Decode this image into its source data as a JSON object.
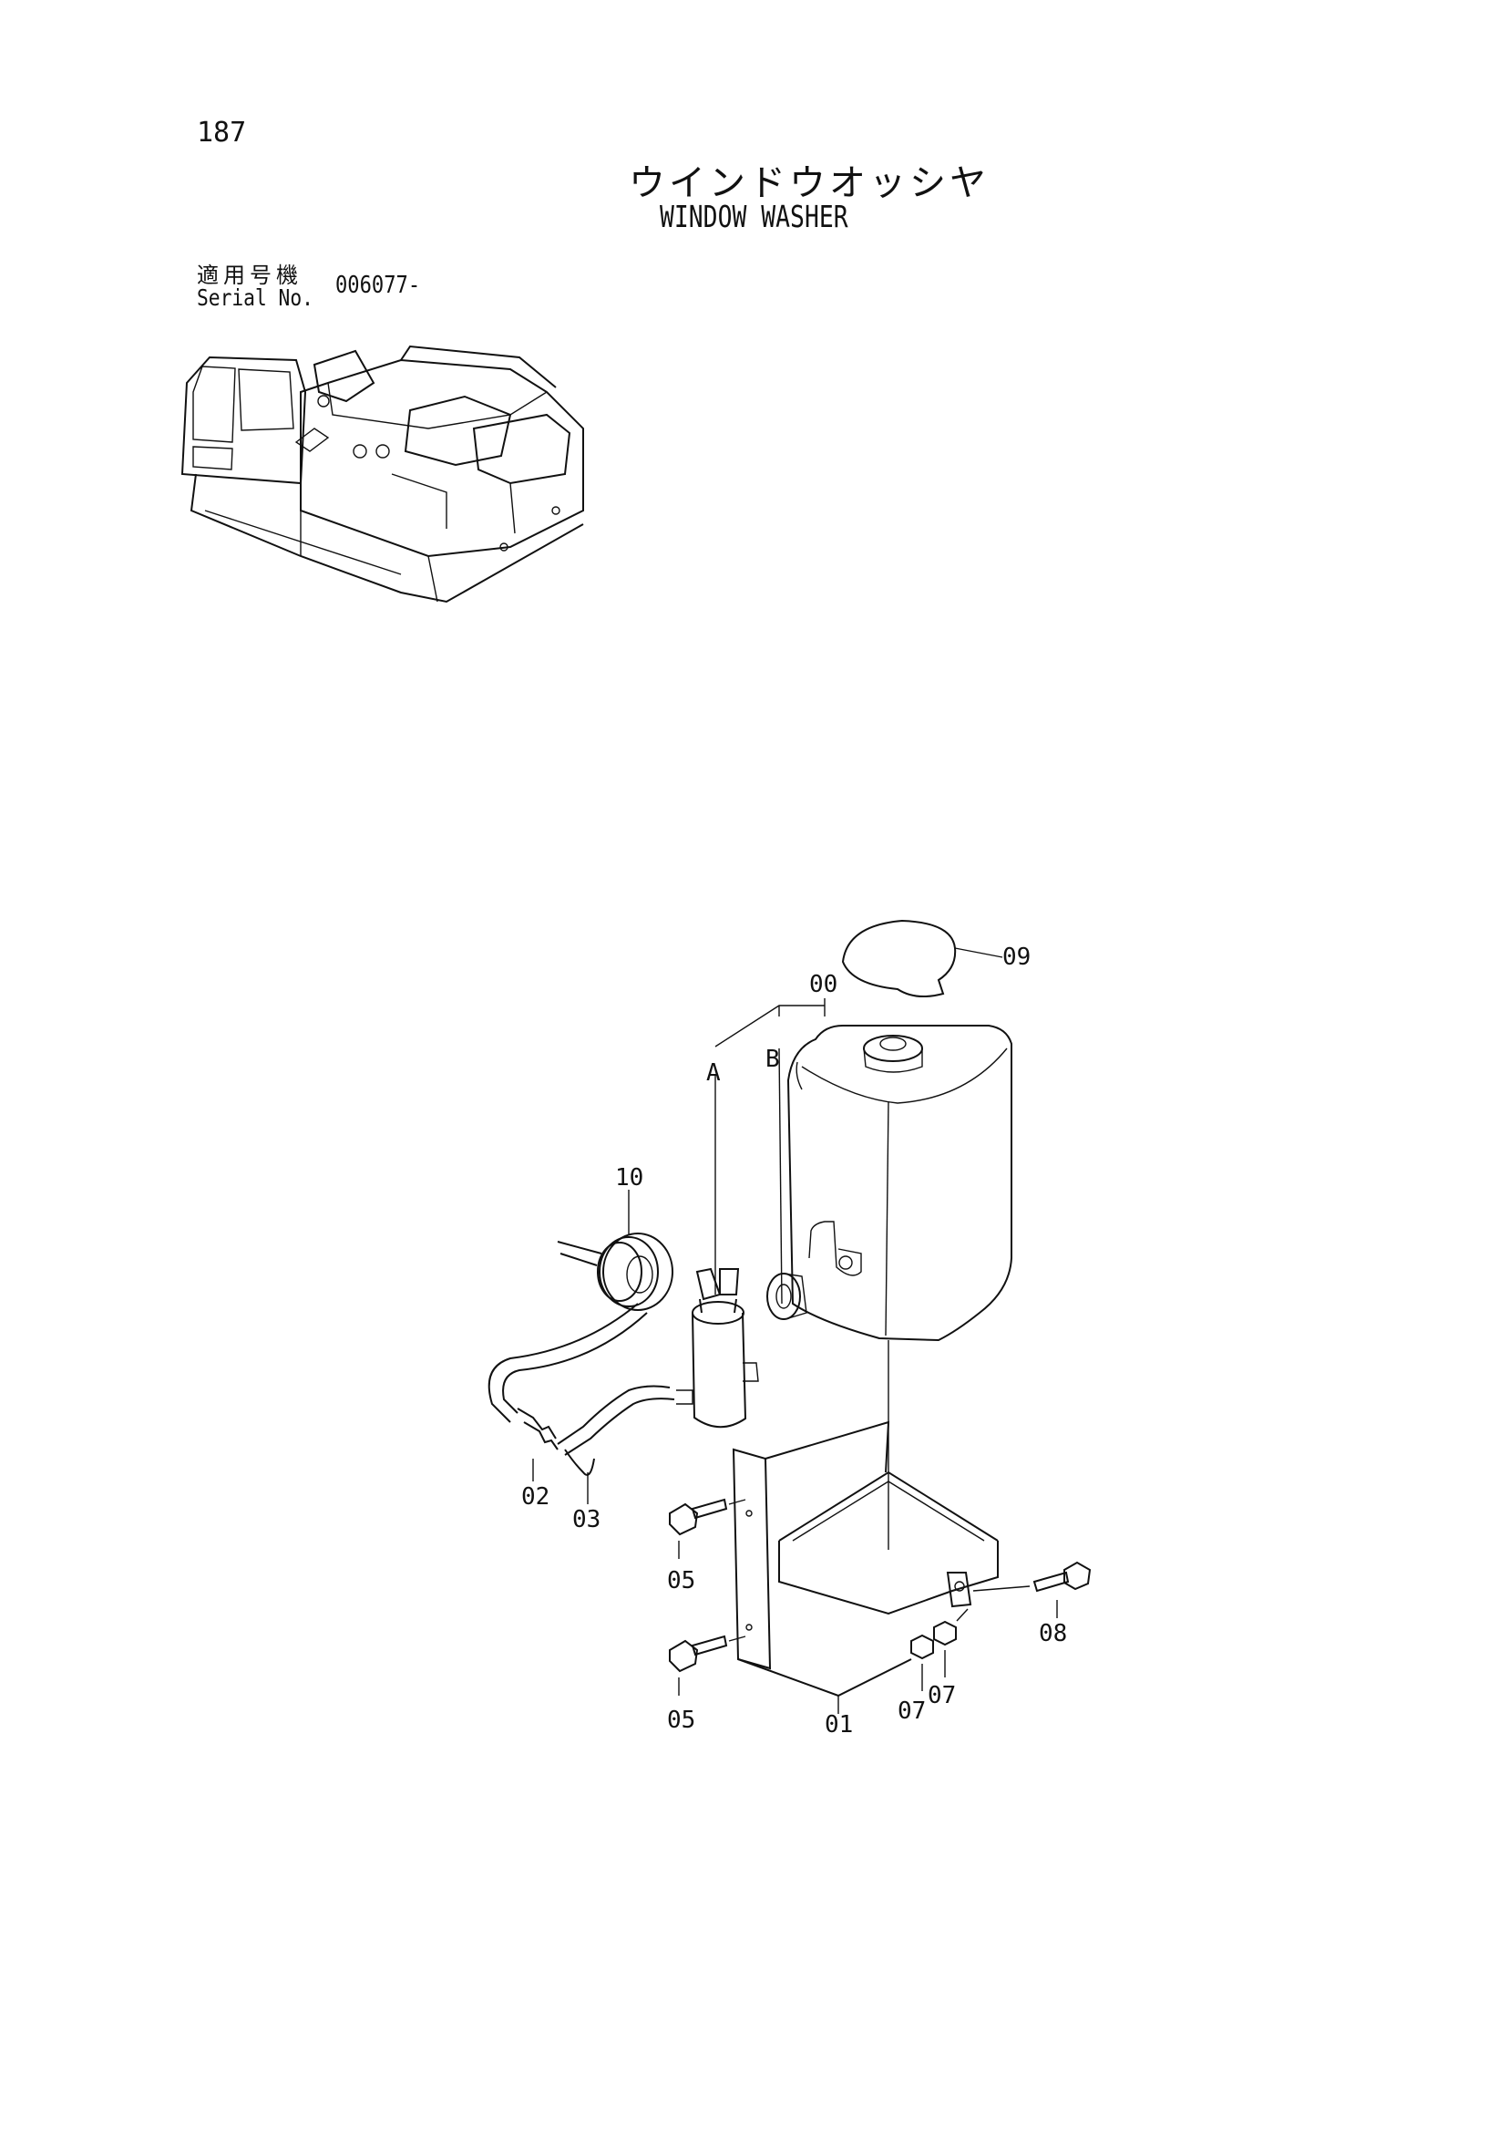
{
  "page": {
    "number": "187",
    "title_jp": "ウインドウオッシヤ",
    "title_en": "WINDOW WASHER"
  },
  "serial": {
    "label_jp": "適用号機",
    "label_en": "Serial No.",
    "value": "006077-"
  },
  "callouts": {
    "c00": "00",
    "c01": "01",
    "c02": "02",
    "c03": "03",
    "c05a": "05",
    "c05b": "05",
    "c07a": "07",
    "c07b": "07",
    "c08": "08",
    "c09": "09",
    "c10": "10",
    "cA": "A",
    "cB": "B"
  }
}
